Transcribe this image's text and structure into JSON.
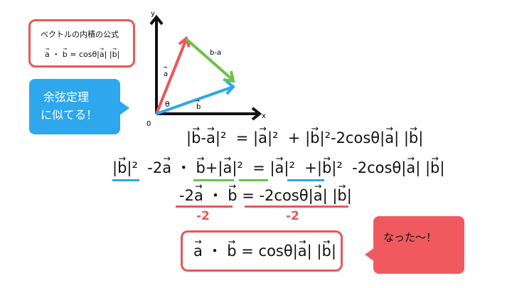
{
  "formula_box": {
    "title": "ベクトルの内積の公式",
    "formula": "a・b = cosθ|a||b|"
  },
  "bubble_blue": {
    "line1": "余弦定理",
    "line2": "に似てる！"
  },
  "bubble_red": {
    "text": "なった〜！"
  },
  "diagram": {
    "y_label": "y",
    "x_label": "x",
    "origin_label": "0",
    "vec_a_label": "a",
    "vec_b_label": "b",
    "vec_diff_label": "b-a",
    "angle_label": "θ",
    "colors": {
      "a": "#e8575b",
      "b": "#2ea7ec",
      "b_minus_a": "#6cc24a"
    }
  },
  "equations": {
    "eq1": "|b-a|² = |a|² + |b|² - 2cosθ|a||b|",
    "eq2": "|b|² - 2a・b + |a|² = |a|² + |b|² - 2cosθ|a||b|",
    "eq3": "-2a・b = -2cosθ|a||b|",
    "div_left": "-2",
    "div_right": "-2",
    "result": "a・b = cosθ|a||b|"
  },
  "colors": {
    "red": "#e8575b",
    "blue": "#2ea7ec",
    "green": "#6cc24a"
  }
}
